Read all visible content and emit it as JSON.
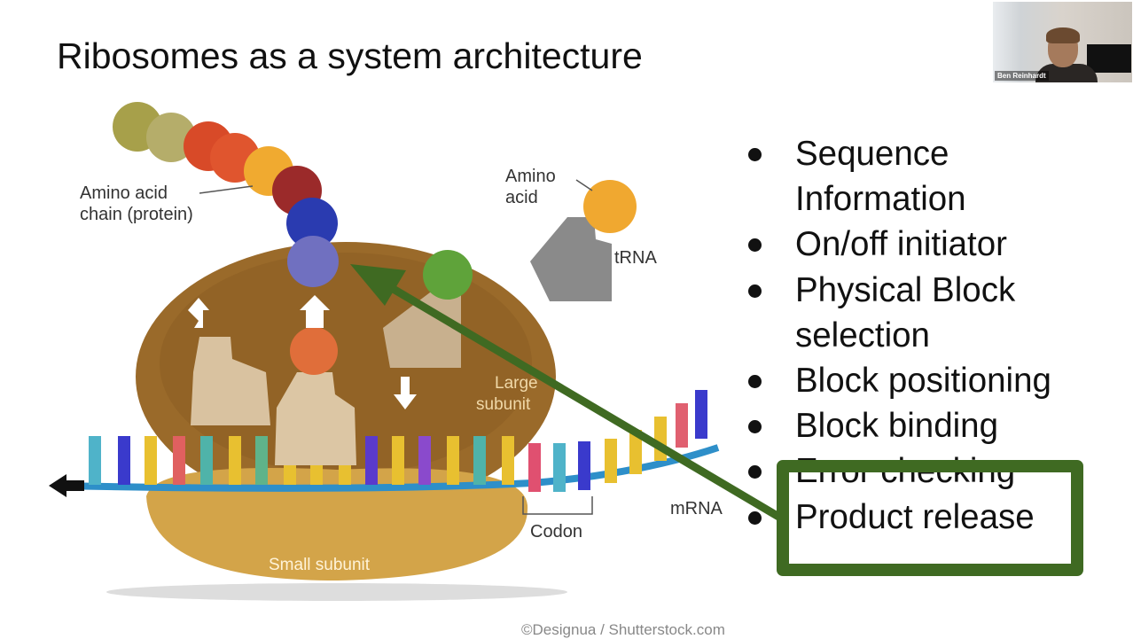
{
  "slide": {
    "title": "Ribosomes as a system architecture",
    "bullets": [
      "Sequence\nInformation",
      "On/off initiator",
      "Physical Block\nselection",
      "Block positioning",
      "Block binding",
      "Error checking",
      "Product release"
    ],
    "highlighted_bullet": "Product release",
    "highlight_color": "#3f6a22"
  },
  "diagram": {
    "labels": {
      "chain_line1": "Amino acid",
      "chain_line2": "chain (protein)",
      "amino_line1": "Amino",
      "amino_line2": "acid",
      "trna": "tRNA",
      "large_line1": "Large",
      "large_line2": "subunit",
      "mrna": "mRNA",
      "codon": "Codon",
      "small": "Small subunit"
    },
    "credit": "©Designua / Shutterstock.com"
  },
  "video": {
    "participant_name": "Ben Reinhardt"
  }
}
